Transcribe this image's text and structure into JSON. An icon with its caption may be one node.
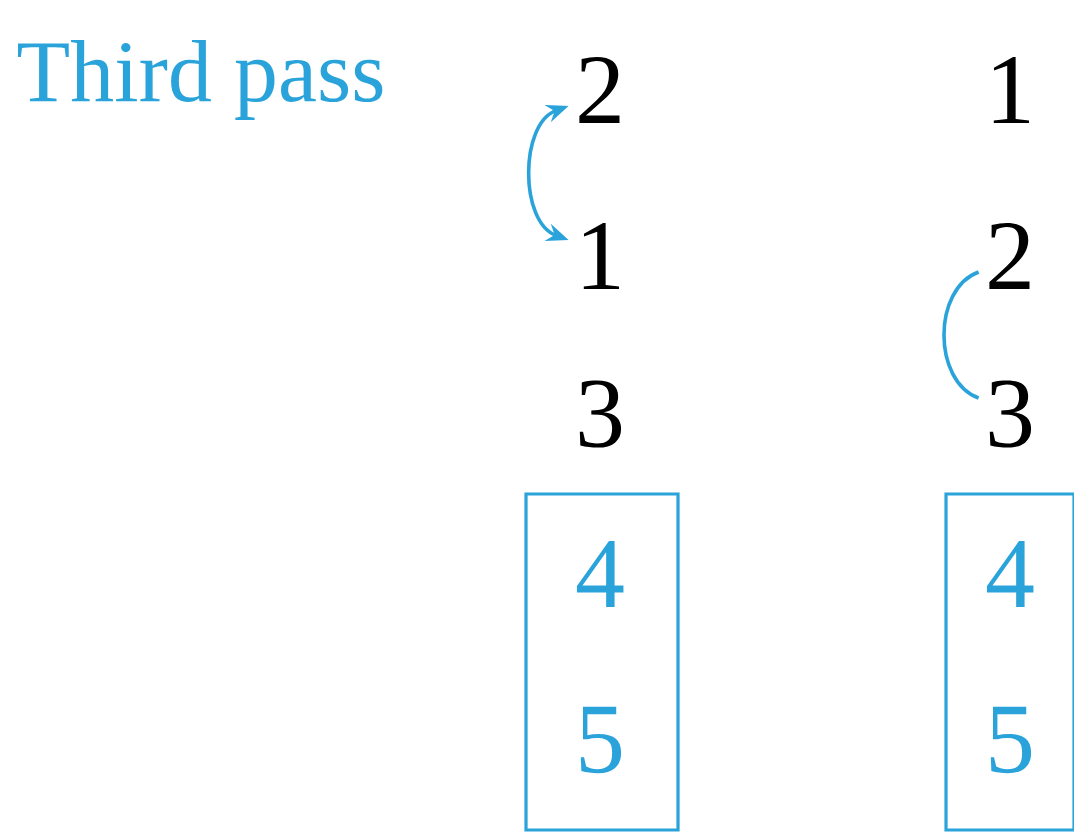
{
  "diagram": {
    "nodes": [
      {
        "text": [
          "2"
        ]
      },
      {
        "text": [
          "1"
        ]
      },
      {
        "text": [
          "3"
        ]
      },
      {
        "text": [],
        "shape": "box"
      },
      {
        "text": [
          "4"
        ],
        "in": 3
      },
      {
        "text": [
          "5"
        ],
        "in": 3
      },
      {
        "text": [
          "1"
        ]
      },
      {
        "text": [
          "2"
        ]
      },
      {
        "text": [
          "3"
        ]
      },
      {
        "text": [],
        "shape": "box"
      },
      {
        "text": [
          "4"
        ],
        "in": 9
      },
      {
        "text": [
          "5"
        ],
        "in": 9
      }
    ],
    "edges": [
      {
        "from": 0,
        "to": 1,
        "arrow": "both"
      },
      {
        "from": 7,
        "to": 8,
        "arrow": "none"
      }
    ],
    "labels": [
      "Third pass"
    ]
  }
}
